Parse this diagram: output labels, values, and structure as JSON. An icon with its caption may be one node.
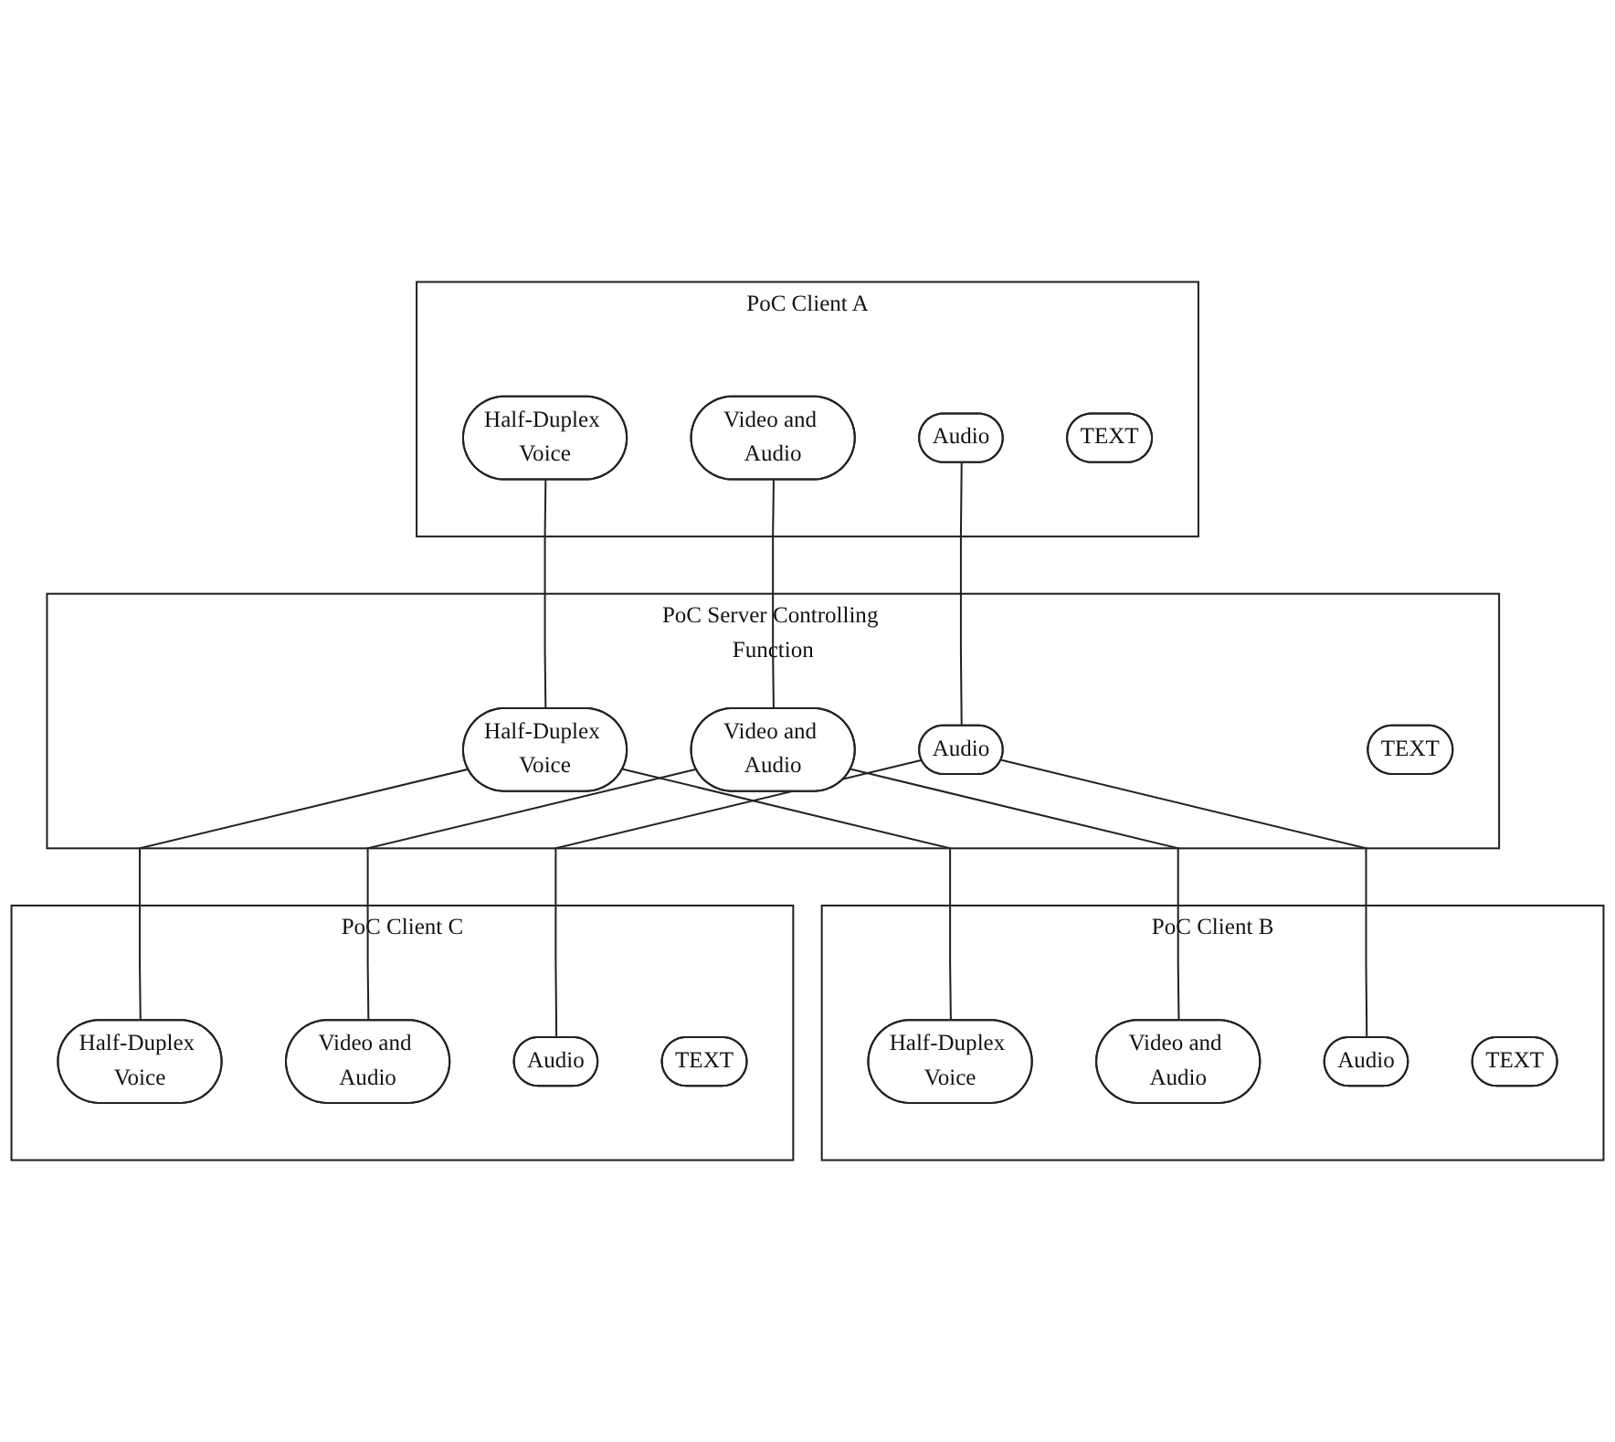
{
  "diagram": {
    "nodes": [
      {
        "text": [
          "PoC Client A"
        ]
      },
      {
        "text": [
          "Half-Duplex Voice"
        ],
        "in": 0
      },
      {
        "text": [
          "Video and Audio"
        ],
        "in": 0
      },
      {
        "text": [
          "Audio"
        ],
        "in": 0
      },
      {
        "text": [
          "TEXT"
        ],
        "in": 0
      },
      {
        "text": [
          "PoC Server Controlling Function"
        ]
      },
      {
        "text": [
          "Half-Duplex Voice"
        ],
        "in": 5
      },
      {
        "text": [
          "Video and Audio"
        ],
        "in": 5
      },
      {
        "text": [
          "Audio"
        ],
        "in": 5
      },
      {
        "text": [
          "TEXT"
        ],
        "in": 5
      },
      {
        "text": [
          "PoC Client B"
        ]
      },
      {
        "text": [
          "Half-Duplex Voice"
        ],
        "in": 10
      },
      {
        "text": [
          "Video and Audio"
        ],
        "in": 10
      },
      {
        "text": [
          "Audio"
        ],
        "in": 10
      },
      {
        "text": [
          "TEXT"
        ],
        "in": 10
      },
      {
        "text": [
          "PoC Client C"
        ]
      },
      {
        "text": [
          "Half-Duplex Voice"
        ],
        "in": 15
      },
      {
        "text": [
          "Video and Audio"
        ],
        "in": 15
      },
      {
        "text": [
          "Audio"
        ],
        "in": 15
      },
      {
        "text": [
          "TEXT"
        ],
        "in": 15
      }
    ],
    "edges": [
      {
        "from": 1,
        "to": 6,
        "arrow": "none"
      },
      {
        "from": 2,
        "to": 7,
        "arrow": "none"
      },
      {
        "from": 3,
        "to": 8,
        "arrow": "none"
      },
      {
        "from": 6,
        "to": 11,
        "arrow": "none"
      },
      {
        "from": 6,
        "to": 16,
        "arrow": "none"
      },
      {
        "from": 7,
        "to": 12,
        "arrow": "none"
      },
      {
        "from": 7,
        "to": 17,
        "arrow": "none"
      },
      {
        "from": 8,
        "to": 13,
        "arrow": "none"
      },
      {
        "from": 8,
        "to": 18,
        "arrow": "none"
      }
    ]
  }
}
